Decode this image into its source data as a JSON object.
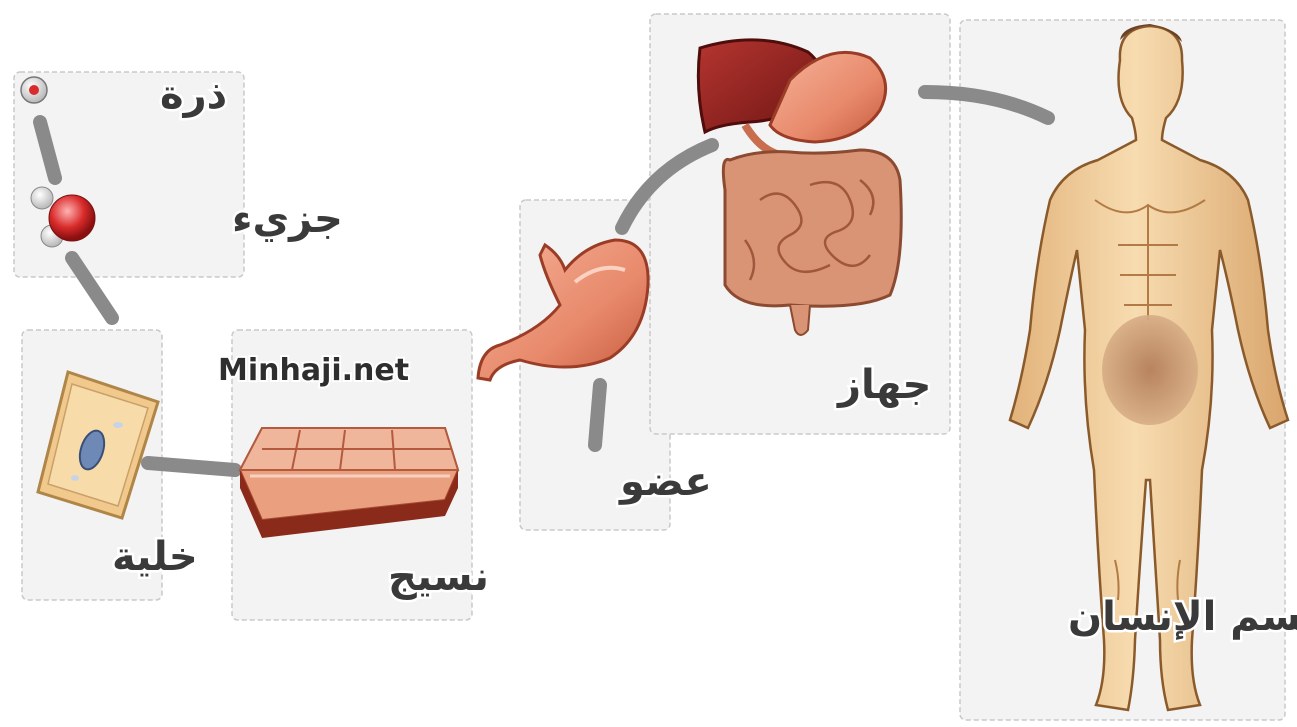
{
  "labels": {
    "atom": "ذرة",
    "molecule": "جزيء",
    "cell": "خلية",
    "tissue": "نسيج",
    "organ": "عضو",
    "system": "جهاز",
    "human_body": "جسم الإنسان"
  },
  "watermark": "Minhaji.net",
  "colors": {
    "organ_pink": "#e8896b",
    "liver": "#8c1f1c",
    "skin": "#f2cf9b",
    "arrow": "#8a8a8a",
    "label_text": "#3a3a3a"
  }
}
